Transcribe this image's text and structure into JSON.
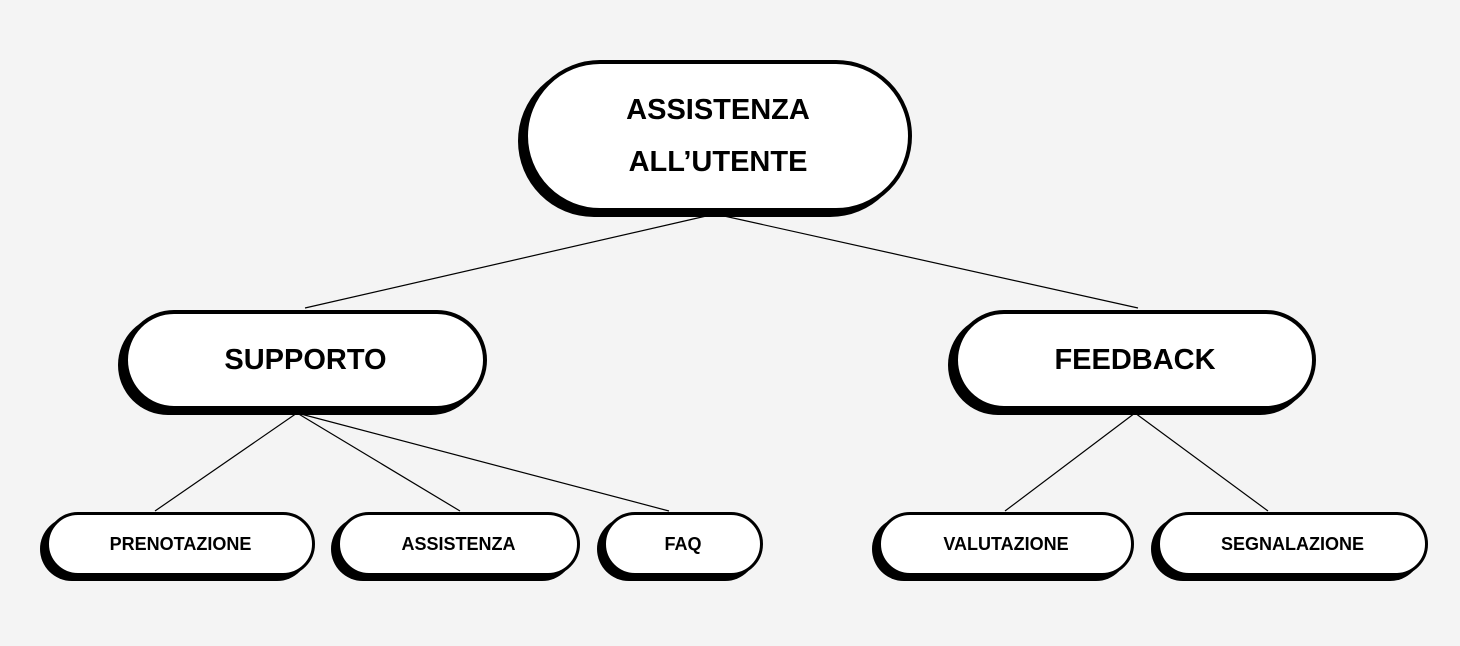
{
  "diagram": {
    "root": {
      "line1": "ASSISTENZA",
      "line2": "ALL’UTENTE"
    },
    "branches": [
      {
        "label": "SUPPORTO",
        "children": [
          "PRENOTAZIONE",
          "ASSISTENZA",
          "FAQ"
        ]
      },
      {
        "label": "FEEDBACK",
        "children": [
          "VALUTAZIONE",
          "SEGNALAZIONE"
        ]
      }
    ]
  }
}
